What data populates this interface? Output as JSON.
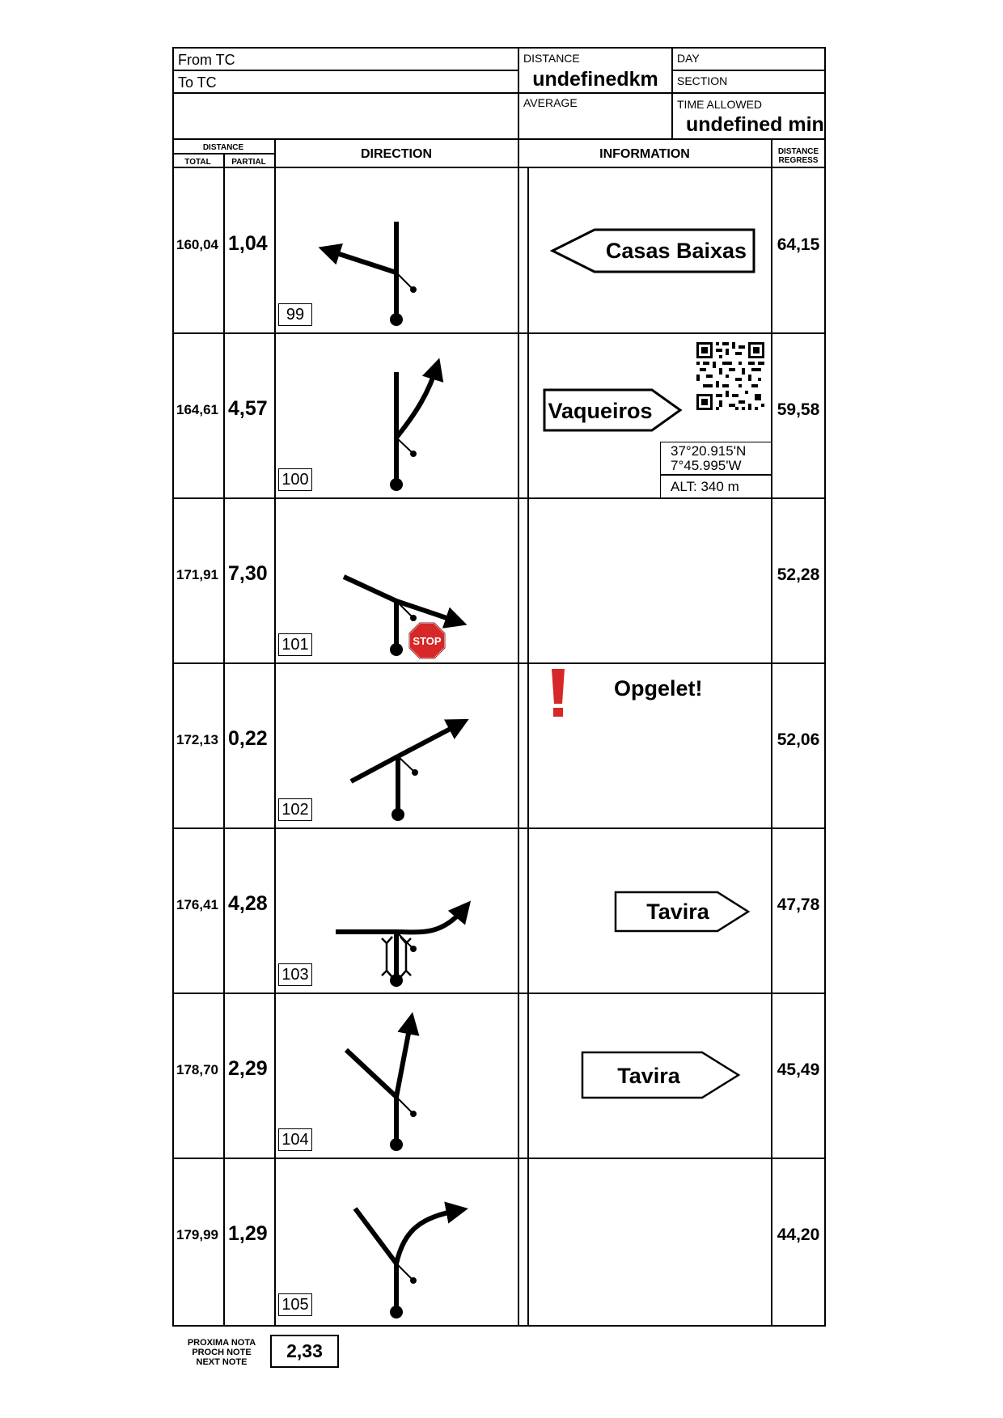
{
  "header": {
    "from_label": "From TC",
    "to_label": "To TC",
    "distance_label": "DISTANCE",
    "distance_value": "undefinedkm",
    "average_label": "AVERAGE",
    "day_label": "DAY",
    "section_label": "SECTION",
    "time_allowed_label": "TIME ALLOWED",
    "time_allowed_value": "undefined min"
  },
  "columns": {
    "distance": "DISTANCE",
    "total": "TOTAL",
    "partial": "PARTIAL",
    "direction": "DIRECTION",
    "information": "INFORMATION",
    "distance_regress_line1": "DISTANCE",
    "distance_regress_line2": "REGRESS"
  },
  "rows": [
    {
      "total": "160,04",
      "partial": "1,04",
      "number": "99",
      "regress": "64,15",
      "sign": "Casas Baixas"
    },
    {
      "total": "164,61",
      "partial": "4,57",
      "number": "100",
      "regress": "59,58",
      "sign": "Vaqueiros",
      "coords_line1": "37°20.915'N",
      "coords_line2": "7°45.995'W",
      "alt": "ALT: 340 m",
      "qr": "qr-code"
    },
    {
      "total": "171,91",
      "partial": "7,30",
      "number": "101",
      "regress": "52,28",
      "stop_sign": "STOP"
    },
    {
      "total": "172,13",
      "partial": "0,22",
      "number": "102",
      "regress": "52,06",
      "note": "Opgelet!",
      "warning_icon": "exclamation-icon",
      "warning_color": "#d62828"
    },
    {
      "total": "176,41",
      "partial": "4,28",
      "number": "103",
      "regress": "47,78",
      "sign": "Tavira"
    },
    {
      "total": "178,70",
      "partial": "2,29",
      "number": "104",
      "regress": "45,49",
      "sign": "Tavira"
    },
    {
      "total": "179,99",
      "partial": "1,29",
      "number": "105",
      "regress": "44,20"
    }
  ],
  "footer": {
    "next_note_line1": "PROXIMA NOTA",
    "next_note_line2": "PROCH NOTE",
    "next_note_line3": "NEXT NOTE",
    "next_note_value": "2,33"
  }
}
